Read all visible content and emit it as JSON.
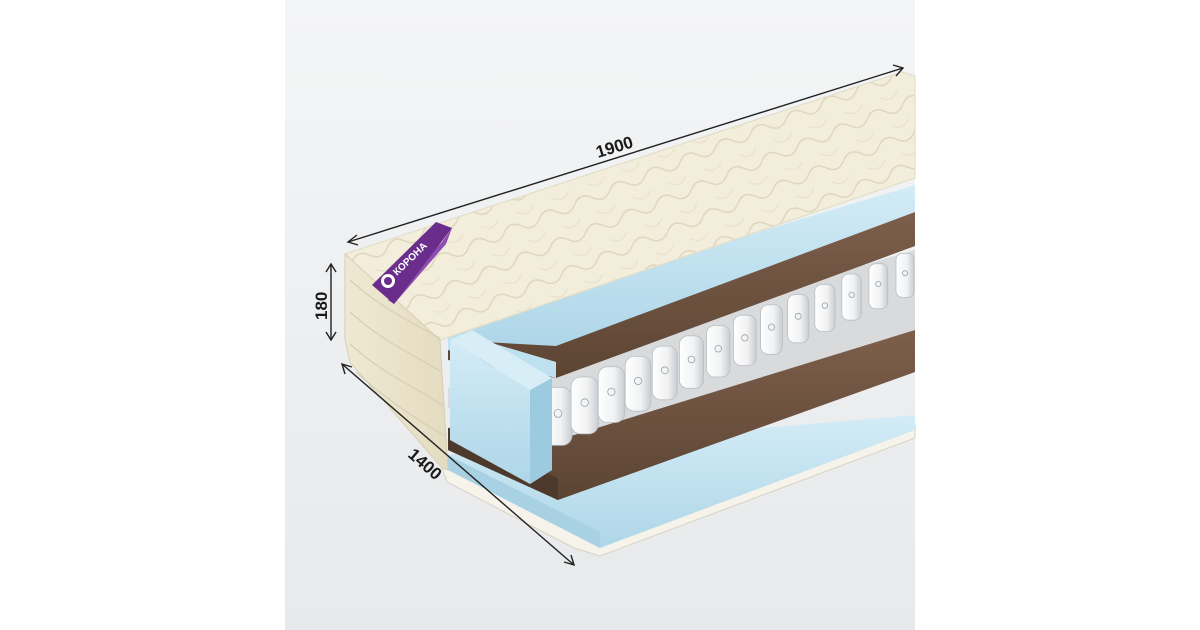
{
  "product": {
    "brand_label": "КОРОНА",
    "dimension_labels": {
      "length": "1900",
      "height": "180",
      "width": "1400"
    }
  },
  "colors": {
    "background": "#ffffff",
    "panel": "#eceef0",
    "cover": "#f3eedb",
    "foam": "#c3e3f1",
    "coir": "#6e5240",
    "springs": "#ffffff",
    "label": "#6a2d8c",
    "dimension_lines": "#222222"
  }
}
